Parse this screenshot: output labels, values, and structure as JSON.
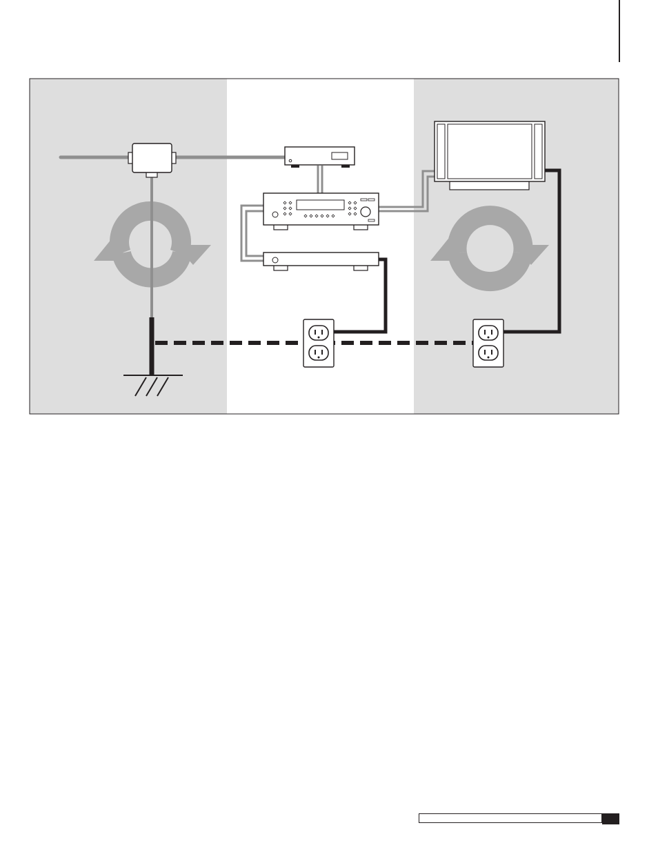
{
  "figure": {
    "zones": [
      "cable-side",
      "equipment",
      "display-side"
    ],
    "loops": [
      "left-ground-loop",
      "right-ground-loop"
    ],
    "components": [
      "cable-line",
      "cable-splitter",
      "ground-rod",
      "cable-box",
      "av-receiver",
      "amplifier",
      "television",
      "wall-outlet",
      "wall-outlet"
    ],
    "colors": {
      "zone_shade": "#dedede",
      "loop_gray": "#a8a8a8",
      "cable_gray": "#8f8f8f",
      "power_black": "#231f20",
      "outline": "#231f20"
    }
  }
}
